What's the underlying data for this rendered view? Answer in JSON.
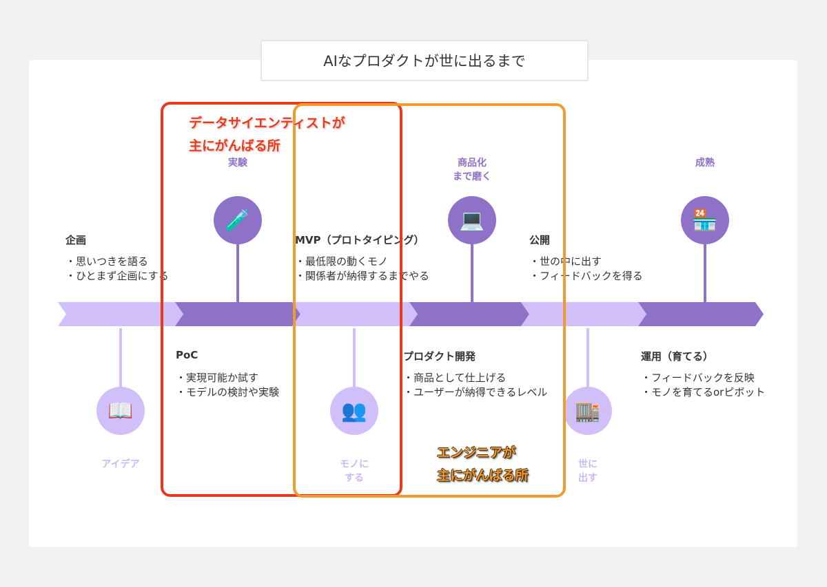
{
  "title": "AIなプロダクトが世に出るまで",
  "top_phases": [
    {
      "label_lines": [
        "実験"
      ],
      "icon": "scientist-icon"
    },
    {
      "label_lines": [
        "商品化",
        "まで磨く"
      ],
      "icon": "team-meeting-icon"
    },
    {
      "label_lines": [
        "成熟"
      ],
      "icon": "busy-shop-icon"
    }
  ],
  "bottom_phases": [
    {
      "label_lines": [
        "アイデア"
      ],
      "icon": "reading-idea-icon"
    },
    {
      "label_lines": [
        "モノに",
        "する"
      ],
      "icon": "video-meeting-icon"
    },
    {
      "label_lines": [
        "世に",
        "出す"
      ],
      "icon": "shop-opening-icon"
    }
  ],
  "steps": [
    {
      "heading": "企画",
      "bullets": [
        "・思いつきを語る",
        "・ひとまず企画にする"
      ]
    },
    {
      "heading": "PoC",
      "bullets": [
        "・実現可能か試す",
        "・モデルの検討や実験"
      ]
    },
    {
      "heading": "MVP（プロトタイピング）",
      "bullets": [
        "・最低限の動くモノ",
        "・関係者が納得するまでやる"
      ]
    },
    {
      "heading": "プロダクト開発",
      "bullets": [
        "・商品として仕上げる",
        "・ユーザーが納得できるレベル"
      ]
    },
    {
      "heading": "公開",
      "bullets": [
        "・世の中に出す",
        "・フィードバックを得る"
      ]
    },
    {
      "heading": "運用（育てる）",
      "bullets": [
        "・フィードバックを反映",
        "・モノを育てるorピボット"
      ]
    }
  ],
  "annotations": {
    "data_scientist": [
      "データサイエンティストが",
      "主にがんばる所"
    ],
    "engineer": [
      "エンジニアが",
      "主にがんばる所"
    ]
  },
  "colors": {
    "dark": "#8e72c8",
    "light": "#d1bffa",
    "red": "#e83a1a",
    "orange": "#f29a2e"
  }
}
